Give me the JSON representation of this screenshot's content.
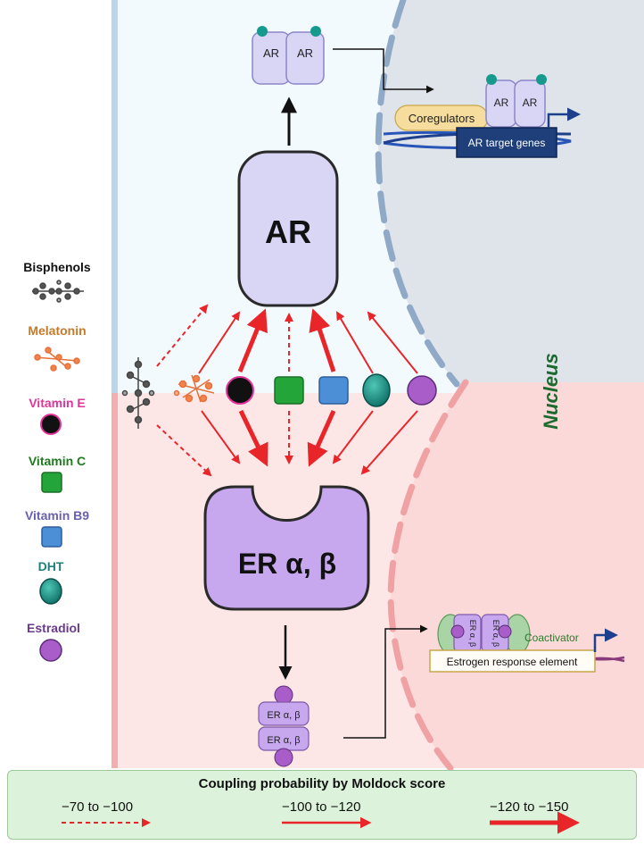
{
  "ligands": [
    {
      "name": "Bisphenols",
      "color": "#111111",
      "icon": "molecule-grey"
    },
    {
      "name": "Melatonin",
      "color": "#c47a2a",
      "icon": "molecule-orange"
    },
    {
      "name": "Vitamin E",
      "color": "#e0349a",
      "icon": "black-circle"
    },
    {
      "name": "Vitamin C",
      "color": "#1f7a1f",
      "icon": "green-square"
    },
    {
      "name": "Vitamin B9",
      "color": "#6a5fb0",
      "icon": "blue-square"
    },
    {
      "name": "DHT",
      "color": "#1f7f7f",
      "icon": "teal-oval"
    },
    {
      "name": "Estradiol",
      "color": "#6a3a8f",
      "icon": "purple-circle"
    }
  ],
  "receptors": {
    "ar": "AR",
    "er": "ER α, β",
    "ar_dimer_left": "AR",
    "ar_dimer_right": "AR",
    "er_dimer_top": "ER α, β",
    "er_dimer_bottom": "ER α, β",
    "er_nuclear_left": "ER α, β",
    "er_nuclear_right": "ER α, β"
  },
  "nucleus_label": "Nucleus",
  "coregulators": "Coregulators",
  "ar_target_genes": "AR target genes",
  "coactivator": "Coactivator",
  "ere": "Estrogen response element",
  "legend": {
    "title": "Coupling probability by Moldock score",
    "items": [
      {
        "range": "−70 to −100",
        "style": "dashed-thin"
      },
      {
        "range": "−100 to −120",
        "style": "solid-medium"
      },
      {
        "range": "−120 to −150",
        "style": "solid-thick"
      }
    ]
  },
  "colors": {
    "arrow": "#e8262a",
    "ar_box": "#d9d6f5",
    "er_box": "#c7a7ee",
    "nucleus": "#dfe4ea",
    "cytoplasm_top": "#f3fafd",
    "cytoplasm_bottom": "#fde6e6",
    "dna": "#2855b8"
  }
}
